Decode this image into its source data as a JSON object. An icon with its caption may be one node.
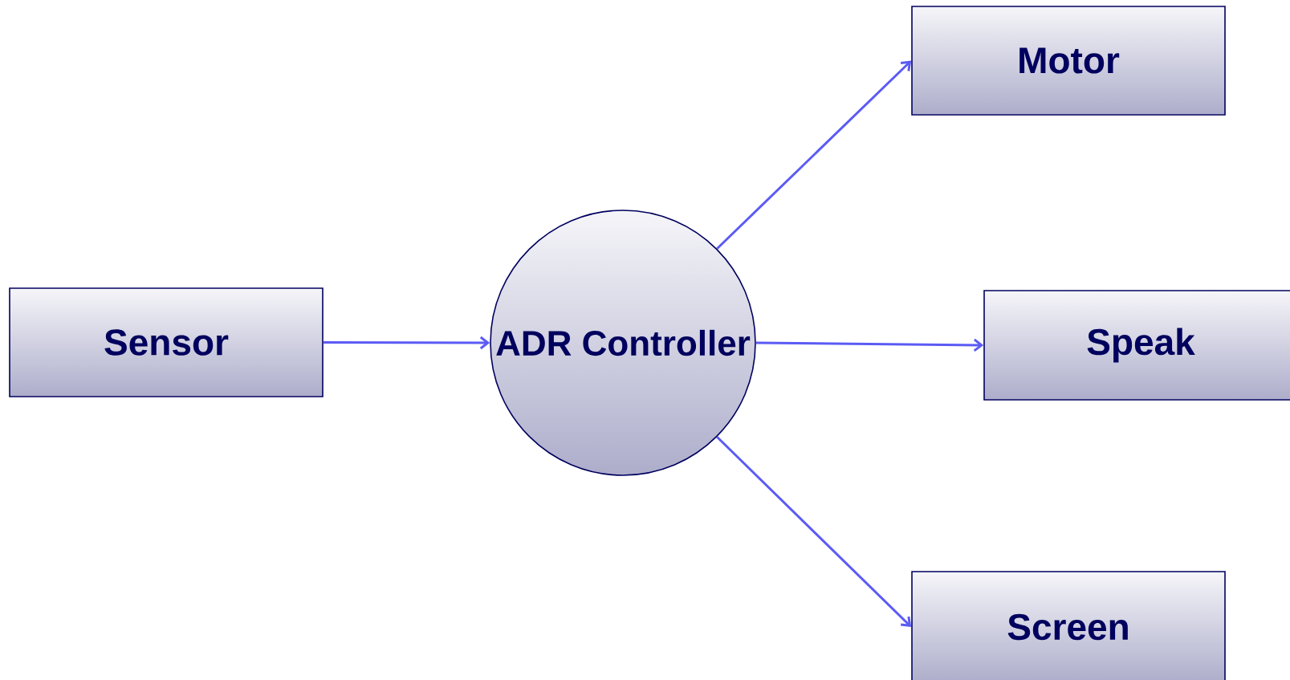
{
  "diagram": {
    "nodes": [
      {
        "text": [
          "Sensor"
        ]
      },
      {
        "text": [
          "ADR Controller"
        ]
      },
      {
        "text": [
          "Motor"
        ]
      },
      {
        "text": [
          "Speak"
        ]
      },
      {
        "text": [
          "Screen"
        ]
      }
    ],
    "edges": [
      {
        "from": 0,
        "to": 1,
        "arrow": "to"
      },
      {
        "from": 1,
        "to": 2,
        "arrow": "to"
      },
      {
        "from": 1,
        "to": 3,
        "arrow": "to"
      },
      {
        "from": 1,
        "to": 4,
        "arrow": "to"
      }
    ]
  }
}
